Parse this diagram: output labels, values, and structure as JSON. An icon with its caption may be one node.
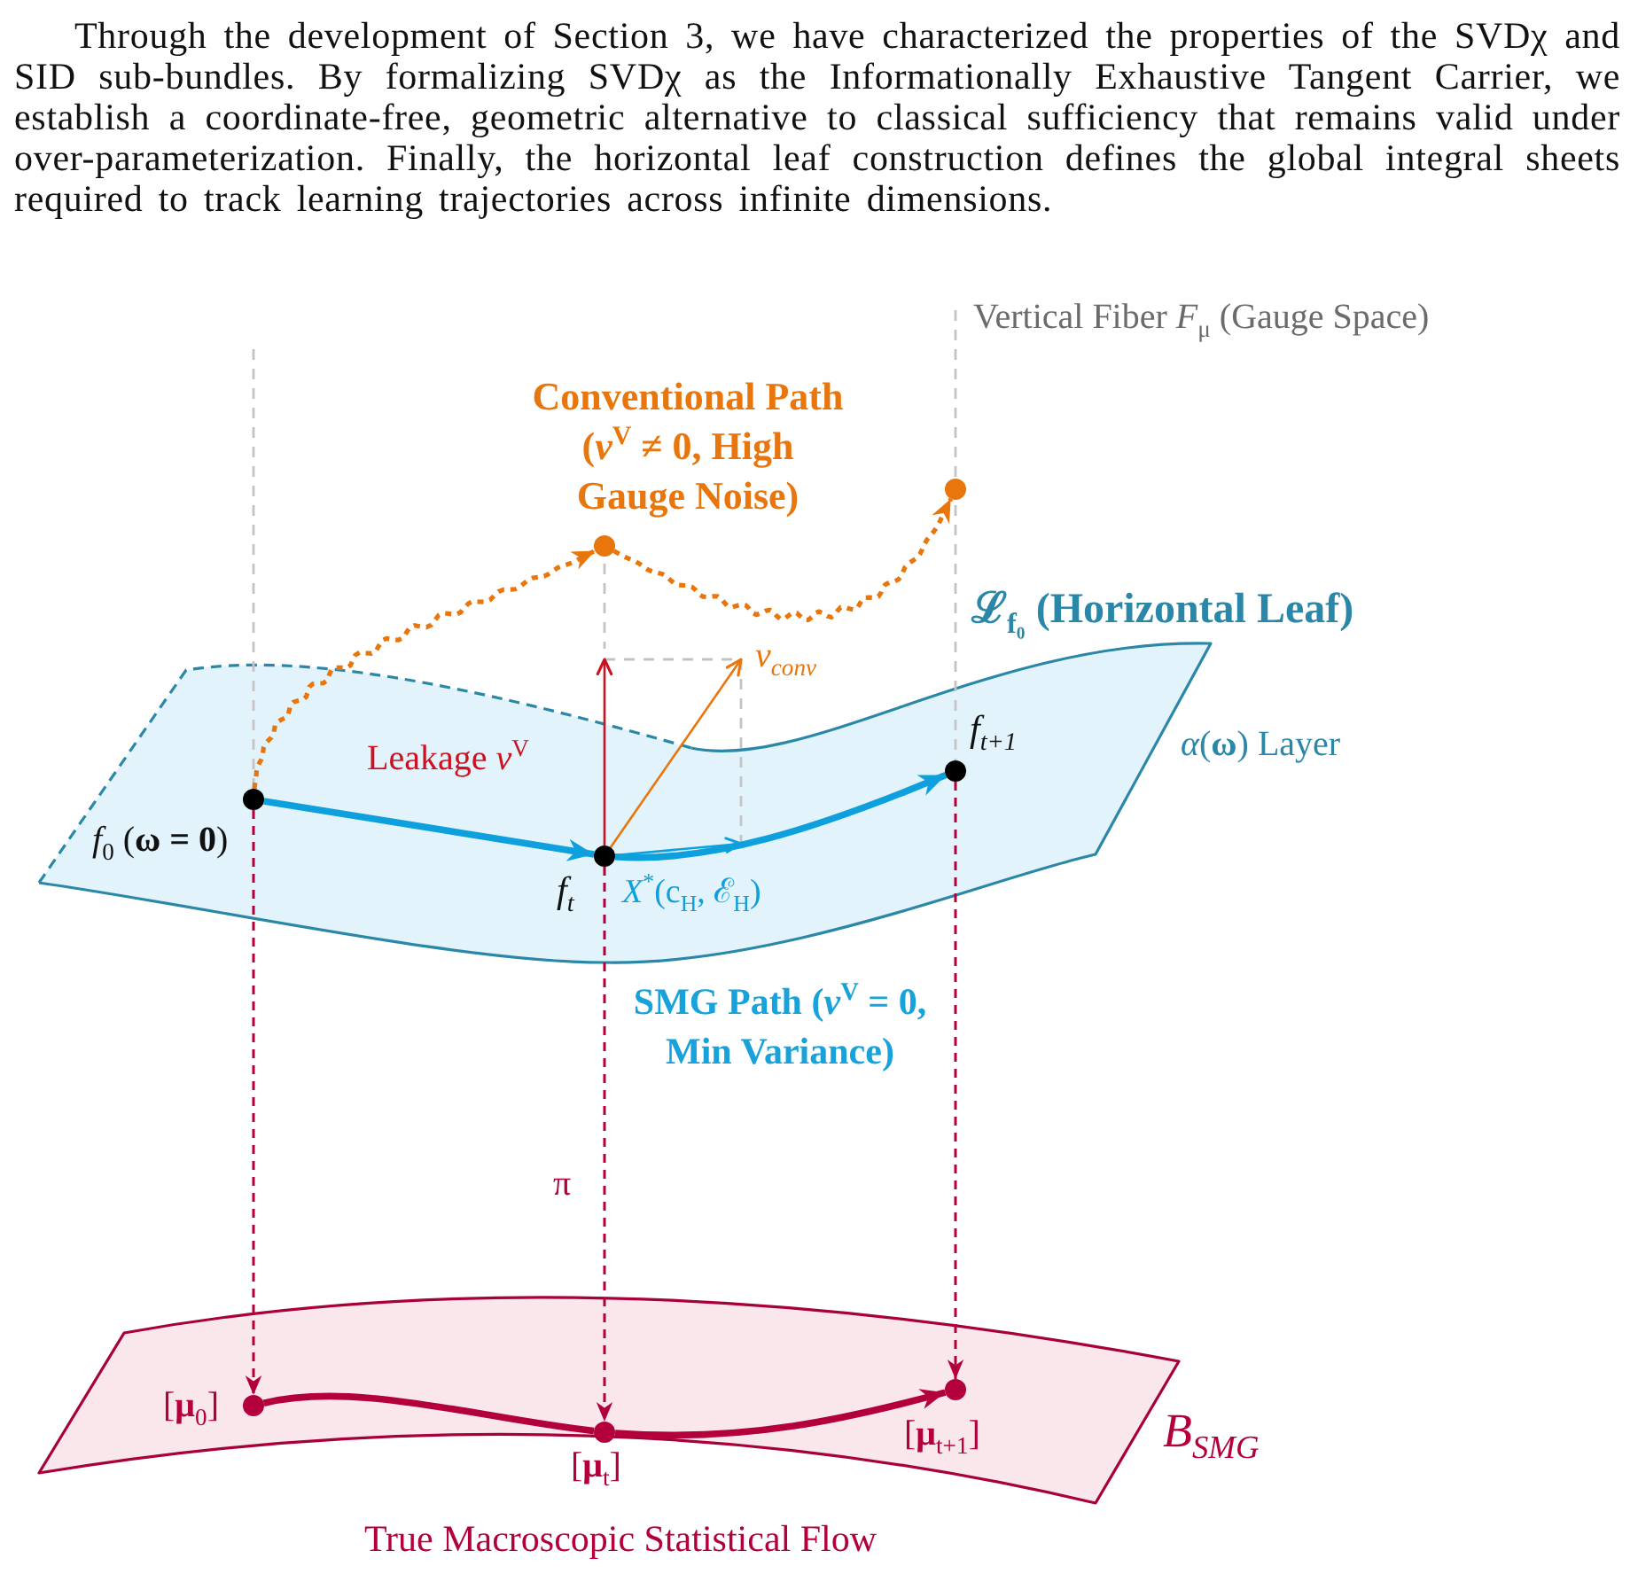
{
  "diagram": {
    "nodes": [
      {
        "text": [
          "ℒ$_{f₀}$ **(Horizontal Leaf)**",
          "*α*(**ω**) Layer"
        ]
      },
      {
        "text": [],
        "shape": "circle",
        "in": 0,
        "beside": [
          "*f*$_{0}$ (**ω = 0**)"
        ]
      },
      {
        "text": [],
        "shape": "circle",
        "in": 0,
        "beside": [
          "f$_{t}$"
        ]
      },
      {
        "text": [],
        "shape": "circle",
        "in": 0,
        "beside": [
          "f$_{t+1}$"
        ]
      },
      {
        "text": [],
        "shape": "circle"
      },
      {
        "text": [],
        "shape": "circle"
      },
      {
        "text": [
          "B$_{SMG}$"
        ],
        "beside": [
          "True Macroscopic Statistical Flow"
        ]
      },
      {
        "text": [],
        "shape": "circle",
        "in": 6,
        "beside": [
          "[**μ**$_{0}$]"
        ]
      },
      {
        "text": [],
        "shape": "circle",
        "in": 6,
        "beside": [
          "[**μ**$_{t}$]"
        ]
      },
      {
        "text": [],
        "shape": "circle",
        "in": 6,
        "beside": [
          "[**μ**$_{t+1}$]"
        ]
      }
    ],
    "edges": [
      {
        "from": 1,
        "to": 2,
        "arrow": "to",
        "style": "thick",
        "color": "#0ea0dc"
      },
      {
        "from": 2,
        "to": 3,
        "arrow": "to",
        "style": "thick",
        "color": "#0ea0dc"
      },
      {
        "from": 1,
        "to": 4,
        "arrow": "to",
        "style": "dashed",
        "color": "#e8760c"
      },
      {
        "from": 4,
        "to": 5,
        "arrow": "to",
        "style": "dashed",
        "color": "#e8760c"
      },
      {
        "from": 2,
        "to": null,
        "arrow": "to",
        "label": "Leakage *v*$^{V}$",
        "color": "#cc1122"
      },
      {
        "from": 2,
        "to": null,
        "arrow": "to",
        "label": "v$_{conv}$",
        "color": "#e8760c"
      },
      {
        "from": 2,
        "to": null,
        "arrow": "to",
        "label": "*X*$^{*}$(c$_{H}$, ℰ$_{H}$)",
        "color": "#0ea0dc"
      },
      {
        "from": 1,
        "to": 7,
        "arrow": "to",
        "style": "dashed"
      },
      {
        "from": 2,
        "to": 8,
        "arrow": "to",
        "style": "dashed",
        "label": "π"
      },
      {
        "from": 3,
        "to": 9,
        "arrow": "to",
        "style": "dashed"
      },
      {
        "from": 7,
        "to": 8,
        "arrow": "none",
        "style": "thick"
      },
      {
        "from": 8,
        "to": 9,
        "arrow": "to",
        "style": "thick"
      }
    ],
    "labels": [
      "Through the development of Section 3, we have characterized the properties of the SVDχ and SID sub-bundles. By formalizing SVDχ as the Informationally Exhaustive Tangent Carrier, we establish a coordinate-free, geometric alternative to classical sufficiency that remains valid under over-parameterization. Finally, the horizontal leaf construction defines the global integral sheets required to track learning trajectories across infinite dimensions.",
      "Vertical Fiber *F*$_{μ}$ (Gauge Space)",
      "Conventional Path (*v*$^{V}$ ≠ 0, High Gauge Noise)",
      "SMG Path (*v*$^{V}$ = 0, Min Variance)"
    ]
  }
}
